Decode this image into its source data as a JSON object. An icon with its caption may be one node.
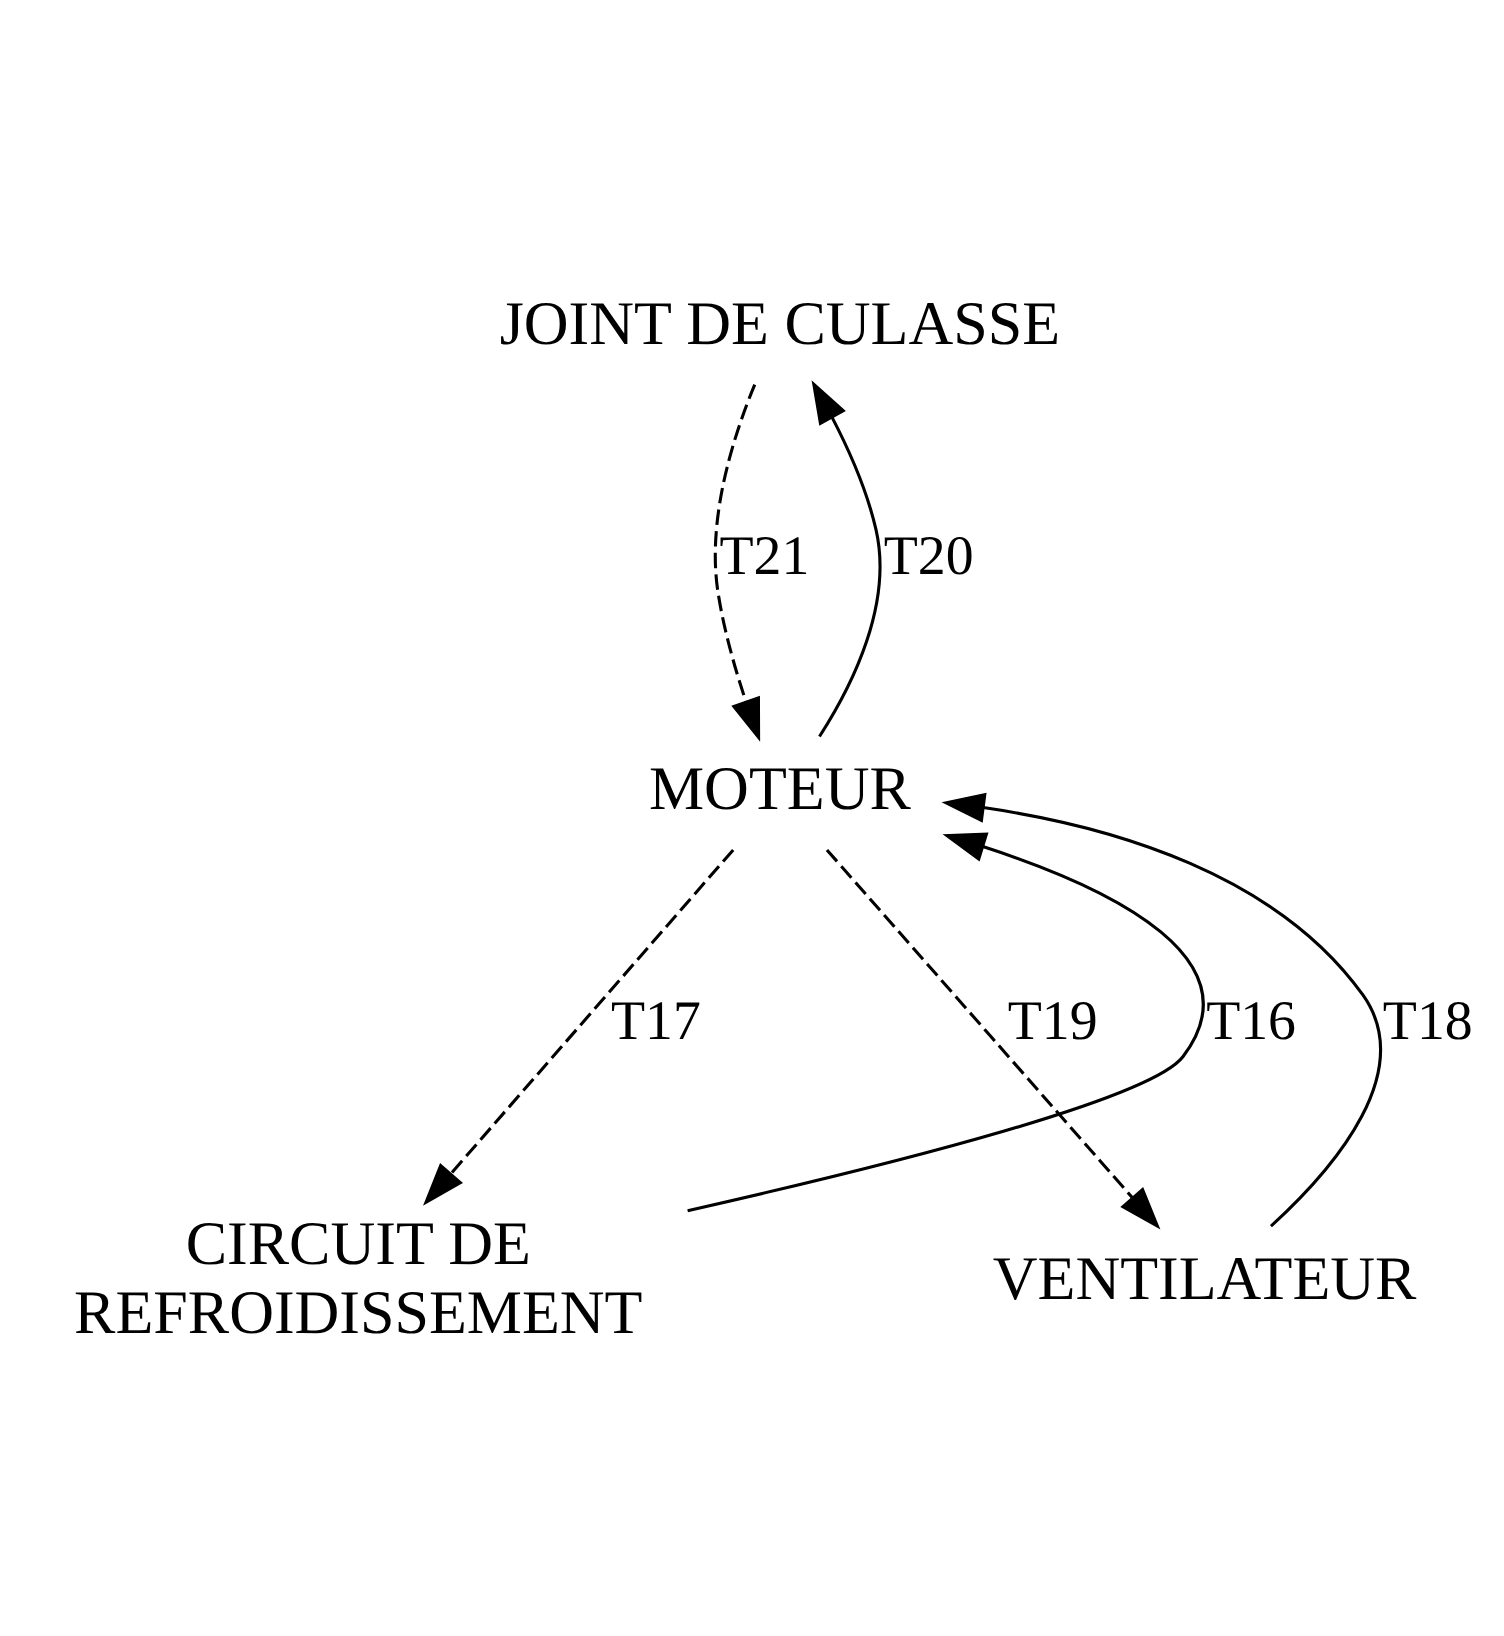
{
  "diagram": {
    "nodes": [
      {
        "text": [
          "JOINT DE CULASSE"
        ]
      },
      {
        "text": [
          "MOTEUR"
        ]
      },
      {
        "text": [
          "CIRCUIT DE REFROIDISSEMENT"
        ]
      },
      {
        "text": [
          "VENTILATEUR"
        ]
      }
    ],
    "edges": [
      {
        "from": 1,
        "to": 0,
        "arrow": "to",
        "label": "T20"
      },
      {
        "from": 0,
        "to": 1,
        "arrow": "to",
        "label": "T21",
        "style": "dashed"
      },
      {
        "from": 2,
        "to": 1,
        "arrow": "to",
        "label": "T16"
      },
      {
        "from": 1,
        "to": 2,
        "arrow": "to",
        "label": "T17",
        "style": "dashed"
      },
      {
        "from": 3,
        "to": 1,
        "arrow": "to",
        "label": "T18"
      },
      {
        "from": 1,
        "to": 3,
        "arrow": "to",
        "label": "T19",
        "style": "dashed"
      }
    ]
  }
}
